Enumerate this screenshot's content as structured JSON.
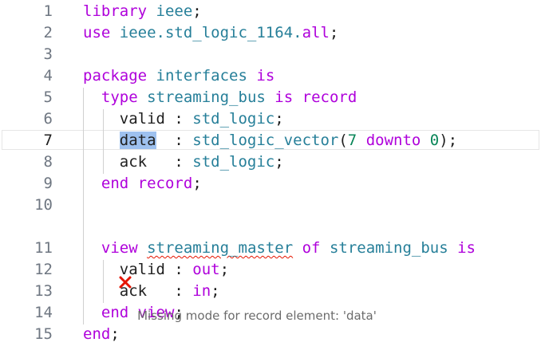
{
  "editor": {
    "theme_colors": {
      "keyword": "#af00db",
      "type": "#267f99",
      "number": "#098658",
      "text": "#1f1f1f",
      "line_number": "#6e7681",
      "error": "#e51400",
      "selection": "#9ec1ef"
    },
    "current_line": "7",
    "lines": [
      {
        "num": "1",
        "tokens": [
          {
            "c": "k",
            "v": "library"
          },
          {
            "c": "p",
            "v": " "
          },
          {
            "c": "t",
            "v": "ieee"
          },
          {
            "c": "p",
            "v": ";"
          }
        ]
      },
      {
        "num": "2",
        "tokens": [
          {
            "c": "k",
            "v": "use"
          },
          {
            "c": "p",
            "v": " "
          },
          {
            "c": "t",
            "v": "ieee.std_logic_1164."
          },
          {
            "c": "k",
            "v": "all"
          },
          {
            "c": "p",
            "v": ";"
          }
        ]
      },
      {
        "num": "3",
        "tokens": []
      },
      {
        "num": "4",
        "tokens": [
          {
            "c": "k",
            "v": "package"
          },
          {
            "c": "p",
            "v": " "
          },
          {
            "c": "t",
            "v": "interfaces"
          },
          {
            "c": "p",
            "v": " "
          },
          {
            "c": "k",
            "v": "is"
          }
        ]
      },
      {
        "num": "5",
        "tokens": [
          {
            "c": "p",
            "v": "  "
          },
          {
            "c": "k",
            "v": "type"
          },
          {
            "c": "p",
            "v": " "
          },
          {
            "c": "t",
            "v": "streaming_bus"
          },
          {
            "c": "p",
            "v": " "
          },
          {
            "c": "k",
            "v": "is"
          },
          {
            "c": "p",
            "v": " "
          },
          {
            "c": "k",
            "v": "record"
          }
        ]
      },
      {
        "num": "6",
        "tokens": [
          {
            "c": "p",
            "v": "    valid : "
          },
          {
            "c": "t",
            "v": "std_logic"
          },
          {
            "c": "p",
            "v": ";"
          }
        ]
      },
      {
        "num": "7",
        "tokens": [
          {
            "c": "p",
            "v": "    "
          },
          {
            "c": "sel",
            "v": "data"
          },
          {
            "c": "p",
            "v": "  : "
          },
          {
            "c": "t",
            "v": "std_logic_vector"
          },
          {
            "c": "p",
            "v": "("
          },
          {
            "c": "n",
            "v": "7"
          },
          {
            "c": "p",
            "v": " "
          },
          {
            "c": "k",
            "v": "downto"
          },
          {
            "c": "p",
            "v": " "
          },
          {
            "c": "n",
            "v": "0"
          },
          {
            "c": "p",
            "v": ");"
          }
        ]
      },
      {
        "num": "8",
        "tokens": [
          {
            "c": "p",
            "v": "    ack   : "
          },
          {
            "c": "t",
            "v": "std_logic"
          },
          {
            "c": "p",
            "v": ";"
          }
        ]
      },
      {
        "num": "9",
        "tokens": [
          {
            "c": "p",
            "v": "  "
          },
          {
            "c": "k",
            "v": "end"
          },
          {
            "c": "p",
            "v": " "
          },
          {
            "c": "k",
            "v": "record"
          },
          {
            "c": "p",
            "v": ";"
          }
        ]
      },
      {
        "num": "10",
        "tokens": []
      },
      {
        "num": "11",
        "tokens": [
          {
            "c": "p",
            "v": "  "
          },
          {
            "c": "k",
            "v": "view"
          },
          {
            "c": "p",
            "v": " "
          },
          {
            "c": "t squiggle",
            "v": "streaming_master"
          },
          {
            "c": "p",
            "v": " "
          },
          {
            "c": "k",
            "v": "of"
          },
          {
            "c": "p",
            "v": " "
          },
          {
            "c": "t",
            "v": "streaming_bus"
          },
          {
            "c": "p",
            "v": " "
          },
          {
            "c": "k",
            "v": "is"
          }
        ]
      },
      {
        "num": "12",
        "tokens": [
          {
            "c": "p",
            "v": "    valid : "
          },
          {
            "c": "k",
            "v": "out"
          },
          {
            "c": "p",
            "v": ";"
          }
        ]
      },
      {
        "num": "13",
        "tokens": [
          {
            "c": "p",
            "v": "    ack   : "
          },
          {
            "c": "k",
            "v": "in"
          },
          {
            "c": "p",
            "v": ";"
          }
        ]
      },
      {
        "num": "14",
        "tokens": [
          {
            "c": "p",
            "v": "  "
          },
          {
            "c": "k",
            "v": "end"
          },
          {
            "c": "p",
            "v": " "
          },
          {
            "c": "k",
            "v": "view"
          },
          {
            "c": "p",
            "v": ";"
          }
        ]
      },
      {
        "num": "15",
        "tokens": [
          {
            "c": "k",
            "v": "end"
          },
          {
            "c": "p",
            "v": ";"
          }
        ]
      }
    ],
    "diagnostic": {
      "icon": "error-x-icon",
      "message": "Missing mode for record element: 'data'"
    }
  }
}
